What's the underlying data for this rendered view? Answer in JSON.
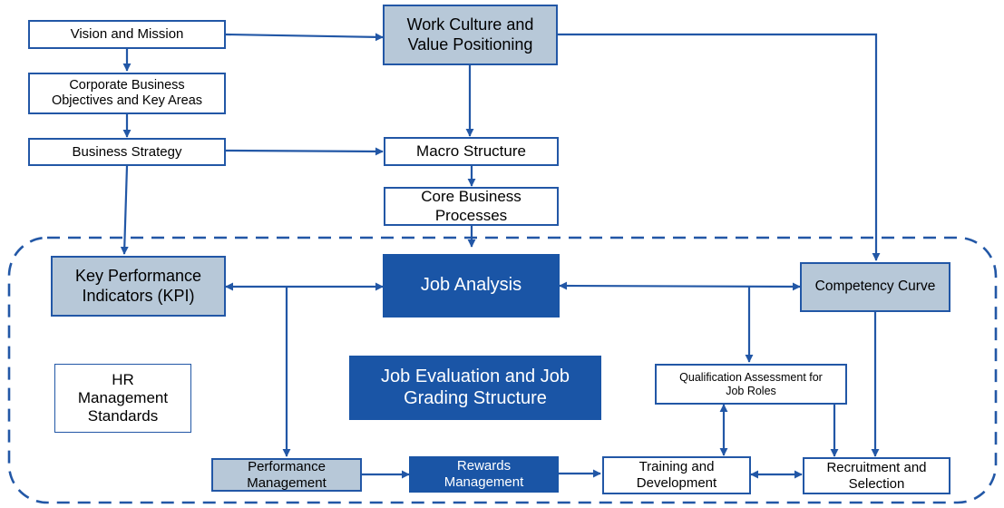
{
  "nodes": {
    "vision_mission": "Vision and Mission",
    "corp_objectives": "Corporate Business Objectives and Key Areas",
    "business_strategy": "Business Strategy",
    "work_culture": "Work Culture and Value Positioning",
    "macro_structure": "Macro Structure",
    "core_processes": "Core Business Processes",
    "kpi": "Key Performance Indicators (KPI)",
    "job_analysis": "Job Analysis",
    "competency_curve": "Competency Curve",
    "hr_standards": "HR Management Standards",
    "job_evaluation": "Job Evaluation and Job Grading Structure",
    "qualification": "Qualification Assessment for Job Roles",
    "performance": "Performance Management",
    "rewards": "Rewards Management",
    "training": "Training and Development",
    "recruitment": "Recruitment and Selection"
  },
  "colors": {
    "line": "#2257a6",
    "grey_fill": "#b7c8d8",
    "dark_fill": "#1a55a6"
  }
}
